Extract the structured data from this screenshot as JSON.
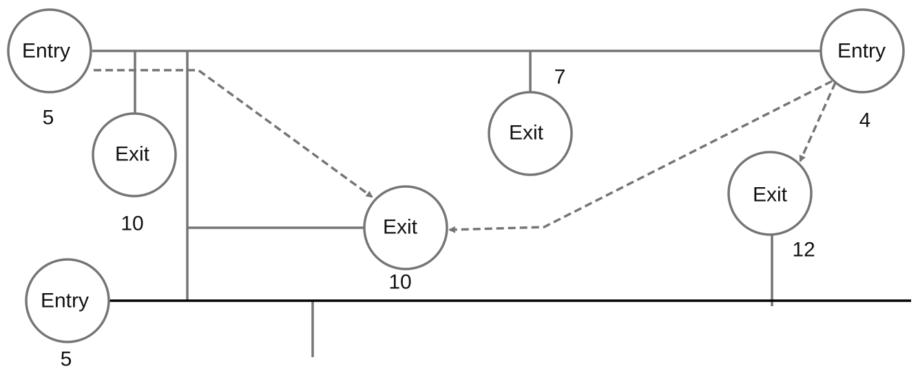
{
  "colors": {
    "line_gray": "#757575",
    "line_black": "#000000",
    "text": "#111111",
    "background": "#ffffff"
  },
  "nodes": [
    {
      "id": "entry-top-left",
      "label": "Entry",
      "number": "5"
    },
    {
      "id": "exit-upper-left",
      "label": "Exit",
      "number": "10"
    },
    {
      "id": "exit-center",
      "label": "Exit",
      "number": "10"
    },
    {
      "id": "exit-top-middle",
      "label": "Exit",
      "number": "7"
    },
    {
      "id": "entry-top-right",
      "label": "Entry",
      "number": "4"
    },
    {
      "id": "exit-right",
      "label": "Exit",
      "number": "12"
    },
    {
      "id": "entry-bottom-left",
      "label": "Entry",
      "number": "5"
    }
  ]
}
